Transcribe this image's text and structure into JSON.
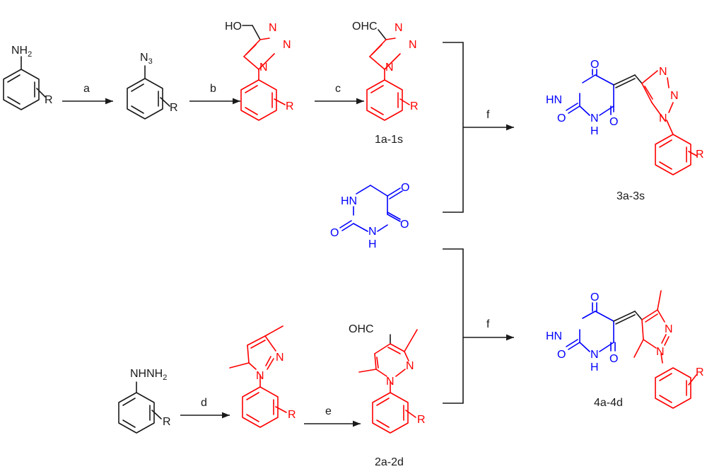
{
  "scheme": {
    "atoms": {
      "nh2": "NH",
      "nh2_sub": "2",
      "n3": "N",
      "n3_sub": "3",
      "nhnh2": "NHNH",
      "nhnh2_sub": "2",
      "ho": "HO",
      "ohc": "OHC",
      "n": "N",
      "r": "R",
      "o": "O",
      "hn": "HN",
      "nh": "NH",
      "h": "H"
    },
    "reagents": {
      "a": "a",
      "b": "b",
      "c": "c",
      "d": "d",
      "e": "e",
      "f": "f"
    },
    "compound_labels": {
      "c1": "1a-1s",
      "c2": "2a-2d",
      "c3": "3a-3s",
      "c4": "4a-4d"
    },
    "colors": {
      "black": "#1a1a1a",
      "red": "#ff0000",
      "blue": "#0000ff"
    }
  }
}
